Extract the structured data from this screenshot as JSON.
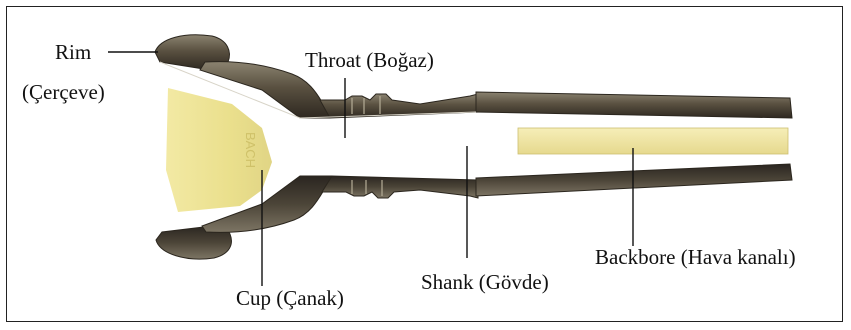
{
  "labels": {
    "rim": "Rim",
    "rim_tr": "(Çerçeve)",
    "throat": "Throat (Boğaz)",
    "cup": "Cup (Çanak)",
    "shank": "Shank (Gövde)",
    "backbore": "Backbore (Hava kanalı)"
  },
  "insert_text": "BACH",
  "colors": {
    "brass_dark": "#3a3326",
    "brass_mid": "#6f6552",
    "brass_light": "#a39a82",
    "cup_fill": "#ecdf86",
    "backbore_fill": "#eee4a2",
    "leader": "#111111"
  }
}
